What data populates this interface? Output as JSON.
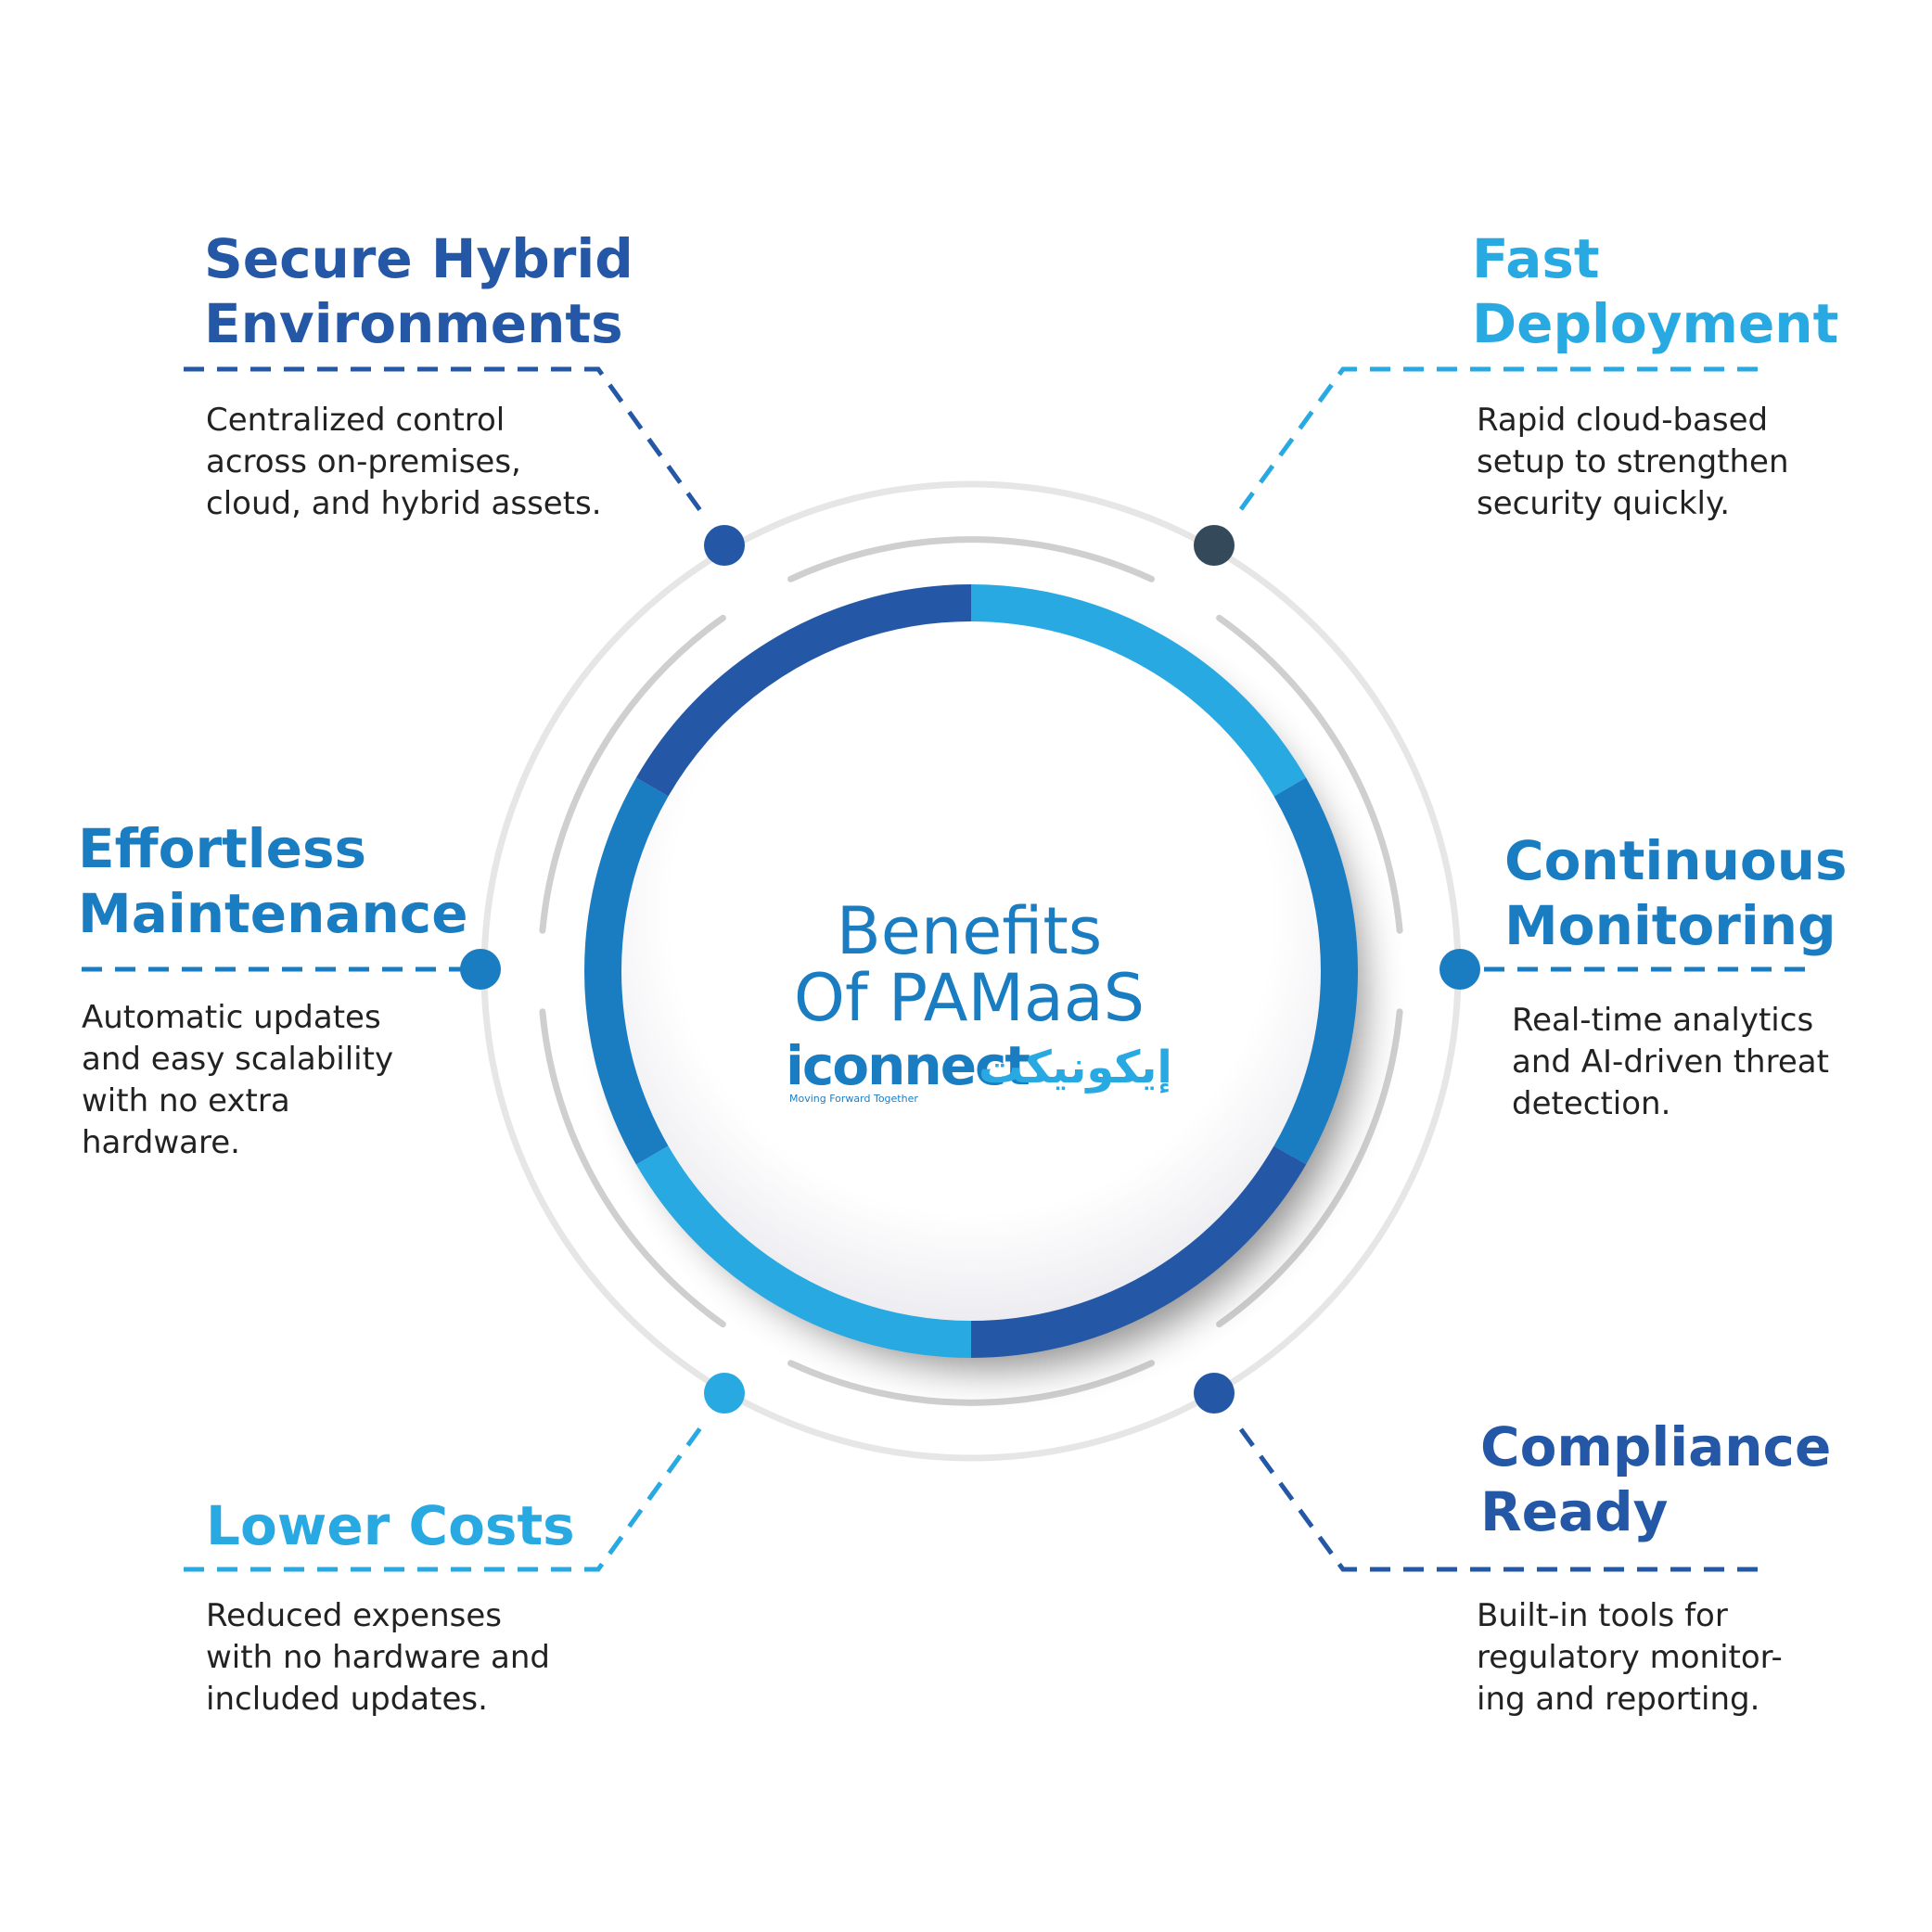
{
  "center": {
    "title_line1": "Benefits",
    "title_line2": "Of PAMaaS",
    "logo_text": "iconnect",
    "logo_arabic": "إيكونيكت",
    "logo_tagline": "Moving Forward Together"
  },
  "benefits": {
    "secure_hybrid": {
      "title_line1": "Secure Hybrid",
      "title_line2": "Environments",
      "desc_lines": [
        "Centralized control",
        "across on-premises,",
        "cloud, and hybrid assets."
      ]
    },
    "fast_deployment": {
      "title_line1": "Fast",
      "title_line2": "Deployment",
      "desc_lines": [
        "Rapid cloud-based",
        "setup to strengthen",
        "security quickly."
      ]
    },
    "effortless_maintenance": {
      "title_line1": "Effortless",
      "title_line2": "Maintenance",
      "desc_lines": [
        "Automatic updates",
        "and easy scalability",
        "with no extra",
        "hardware."
      ]
    },
    "continuous_monitoring": {
      "title_line1": "Continuous",
      "title_line2": "Monitoring",
      "desc_lines": [
        "Real-time analytics",
        "and AI-driven threat",
        "detection."
      ]
    },
    "lower_costs": {
      "title_line1": "Lower Costs",
      "desc_lines": [
        "Reduced expenses",
        "with no hardware and",
        "included updates."
      ]
    },
    "compliance_ready": {
      "title_line1": "Compliance",
      "title_line2": "Ready",
      "desc_lines": [
        "Built-in tools for",
        "regulatory monitor-",
        "ing and reporting."
      ]
    }
  },
  "colors": {
    "dark_blue": "#2458a6",
    "mid_blue": "#1a7dc2",
    "light_blue": "#29a9e1",
    "dark_slate": "#34495a",
    "ring_gray": "#e6e6e6",
    "arc_gray": "#cfcfcf"
  }
}
